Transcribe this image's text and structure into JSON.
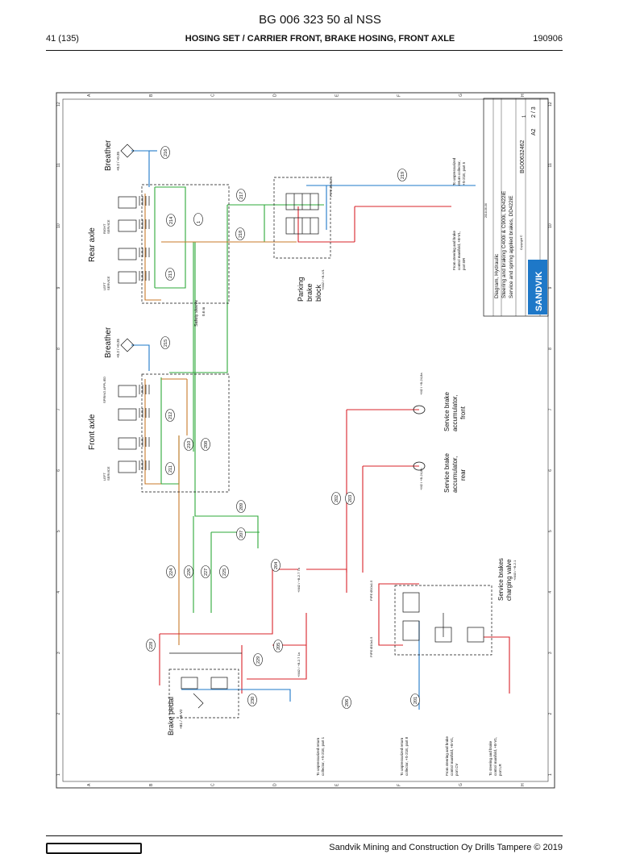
{
  "header": {
    "doc_title": "BG 006 323 50 al NSS",
    "page_ref": "41 (135)",
    "section": "HOSING SET / CARRIER FRONT, BRAKE HOSING, FRONT AXLE",
    "date_code": "190906"
  },
  "footer": {
    "copyright": "Sandvik Mining and Construction Oy Drills Tampere © 2019"
  },
  "diagram": {
    "colors": {
      "red": "#d8232a",
      "blue": "#1e78c8",
      "green": "#2da83a",
      "orange": "#c8792a",
      "black": "#111111"
    },
    "grid_cols": [
      "1",
      "2",
      "3",
      "4",
      "5",
      "6",
      "7",
      "8",
      "9",
      "10",
      "11",
      "12"
    ],
    "grid_rows": [
      "A",
      "B",
      "C",
      "D",
      "E",
      "F",
      "G",
      "H"
    ],
    "labels": {
      "breather": "Breather",
      "breather_value": "+0.2 / +0.35",
      "rear_axle": "Rear axle",
      "front_axle": "Front axle",
      "left": "LEFT",
      "right": "RIGHT",
      "service": "SERVICE",
      "spring_applied": "SPRING APPLIED",
      "safety_sleeve": "Safety sleeve",
      "safety_sleeve_len": "0.6 m",
      "parking_brake_block": [
        "Parking",
        "brake",
        "block"
      ],
      "brake_pedal": "Brake pedal",
      "brake_pedal_code": "+B1 / +B-V2",
      "service_brake_acc_front": [
        "Service brake",
        "accumulator,",
        "front"
      ],
      "service_brake_acc_rear": [
        "Service brake",
        "accumulator,",
        "rear"
      ],
      "acc_code": "+M2 / +B-24,8a",
      "acc_code_rear": "+M2 / +B-24,8b",
      "service_brakes_charging_valve": [
        "Service brakes",
        "charging valve"
      ],
      "to_return_1": [
        "To unpressurized return",
        "collector, +S-21E, part 1"
      ],
      "to_return_2": [
        "To unpressurized return",
        "collector, +S-21E, part 8"
      ],
      "to_return_3": [
        "To unpressurized",
        "return collector,",
        "+S-21E, part 5"
      ],
      "from_steering_1": [
        "From steering and brake",
        "control manifold, +B-V1,",
        "port CV"
      ],
      "to_steering": [
        "To steering and brake",
        "control manifold, +B-V1,",
        "port LR"
      ],
      "from_steering_2": [
        "From steering and brake",
        "control manifold, +B-V1,",
        "port BR"
      ],
      "pipe_1": "PIPE Ø10x1.5",
      "pipe_2": "PIPE Ø10x1.5",
      "pipe_3": "PIPE Ø10x1.5",
      "port_labels": [
        "P1",
        "P2",
        "P1",
        "P2",
        "P1",
        "P2",
        "P1",
        "P2",
        "MF1",
        "MF2",
        "A1",
        "A2",
        "P",
        "T",
        "B1",
        "B2",
        "NA",
        "PD",
        "SP",
        "MPD",
        "X",
        "Y"
      ],
      "pressure_labels": [
        "+M42 / +B-2.7 7a",
        "+M42 / +B-2.7 1a",
        "+M42 / +B-V/1",
        "+M43 / +B-2.1"
      ],
      "component_numbers": [
        "216",
        "215",
        "214",
        "213",
        "217",
        "218",
        "219",
        "210",
        "211",
        "212",
        "208",
        "209",
        "207",
        "202",
        "203",
        "224",
        "226",
        "227",
        "225",
        "228",
        "229",
        "205",
        "204",
        "230",
        "206",
        "201",
        "1"
      ]
    },
    "title_block": {
      "company": "SANDVIK",
      "title_lines": [
        "Diagram, Hydraulic",
        "Steering and braking C400i & C900i, DD422iE",
        "Service and spring applied brakes, DD422iE"
      ],
      "drawing_no": "BG00632462",
      "size": "A2",
      "sheet": "2 / 3",
      "revision": "1",
      "copyright": "Copyright ©",
      "date": "2018-06-06"
    }
  }
}
